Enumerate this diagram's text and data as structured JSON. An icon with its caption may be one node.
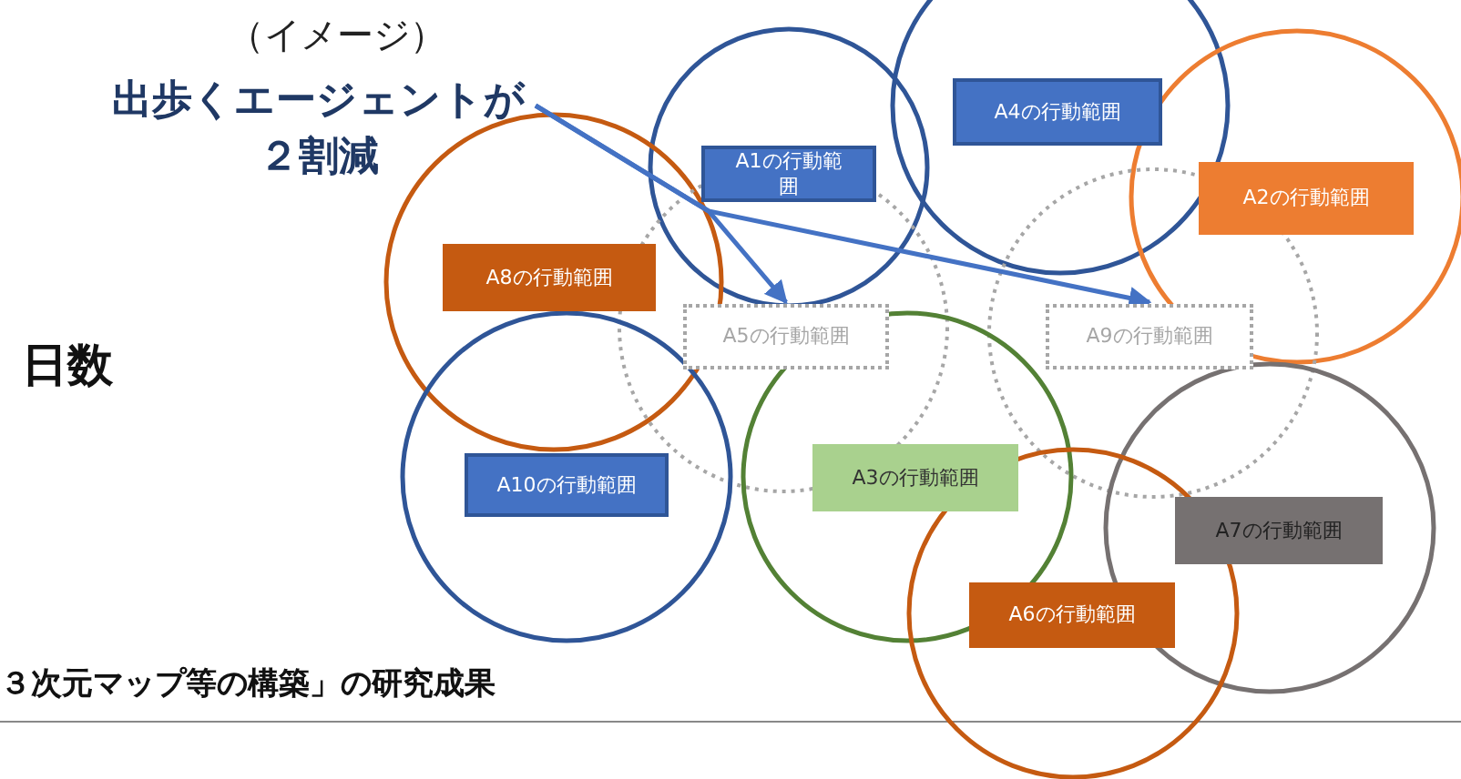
{
  "diagram": {
    "nodes": [
      {
        "text": [
          "出歩くエージェントが２割減"
        ]
      },
      {
        "text": [
          "A4の行動範囲"
        ]
      },
      {
        "text": [
          "A1の行動範囲"
        ]
      },
      {
        "text": [
          "A2の行動範囲"
        ]
      },
      {
        "text": [
          "A8の行動範囲"
        ]
      },
      {
        "text": [
          "A5の行動範囲"
        ]
      },
      {
        "text": [
          "A9の行動範囲"
        ]
      },
      {
        "text": [
          "A3の行動範囲"
        ]
      },
      {
        "text": [
          "A10の行動範囲"
        ]
      },
      {
        "text": [
          "A7の行動範囲"
        ]
      },
      {
        "text": [
          "A6の行動範囲"
        ]
      }
    ],
    "edges": [
      {
        "from": 0,
        "to": 5,
        "arrow": "to"
      },
      {
        "from": 0,
        "to": 6,
        "arrow": "to"
      }
    ],
    "labels": [
      "（イメージ）",
      "日数",
      "３次元マップ等の構築」の研究成果"
    ]
  }
}
